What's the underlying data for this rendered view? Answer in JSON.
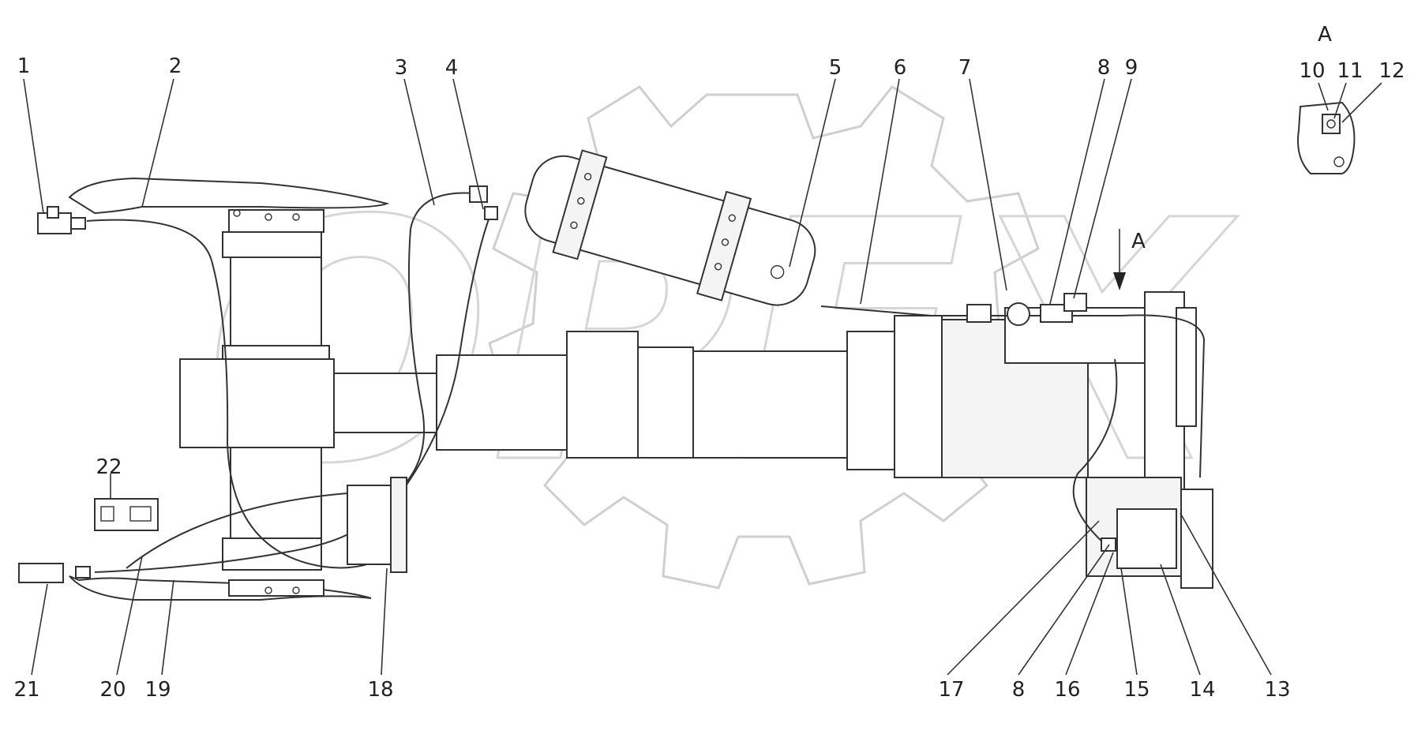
{
  "view_label": "A",
  "arrow_label": "A",
  "callouts": [
    "1",
    "2",
    "3",
    "4",
    "5",
    "6",
    "7",
    "8",
    "9",
    "10",
    "11",
    "12",
    "13",
    "14",
    "15",
    "16",
    "17",
    "8",
    "18",
    "19",
    "20",
    "21",
    "22"
  ],
  "watermark": "OPEX"
}
